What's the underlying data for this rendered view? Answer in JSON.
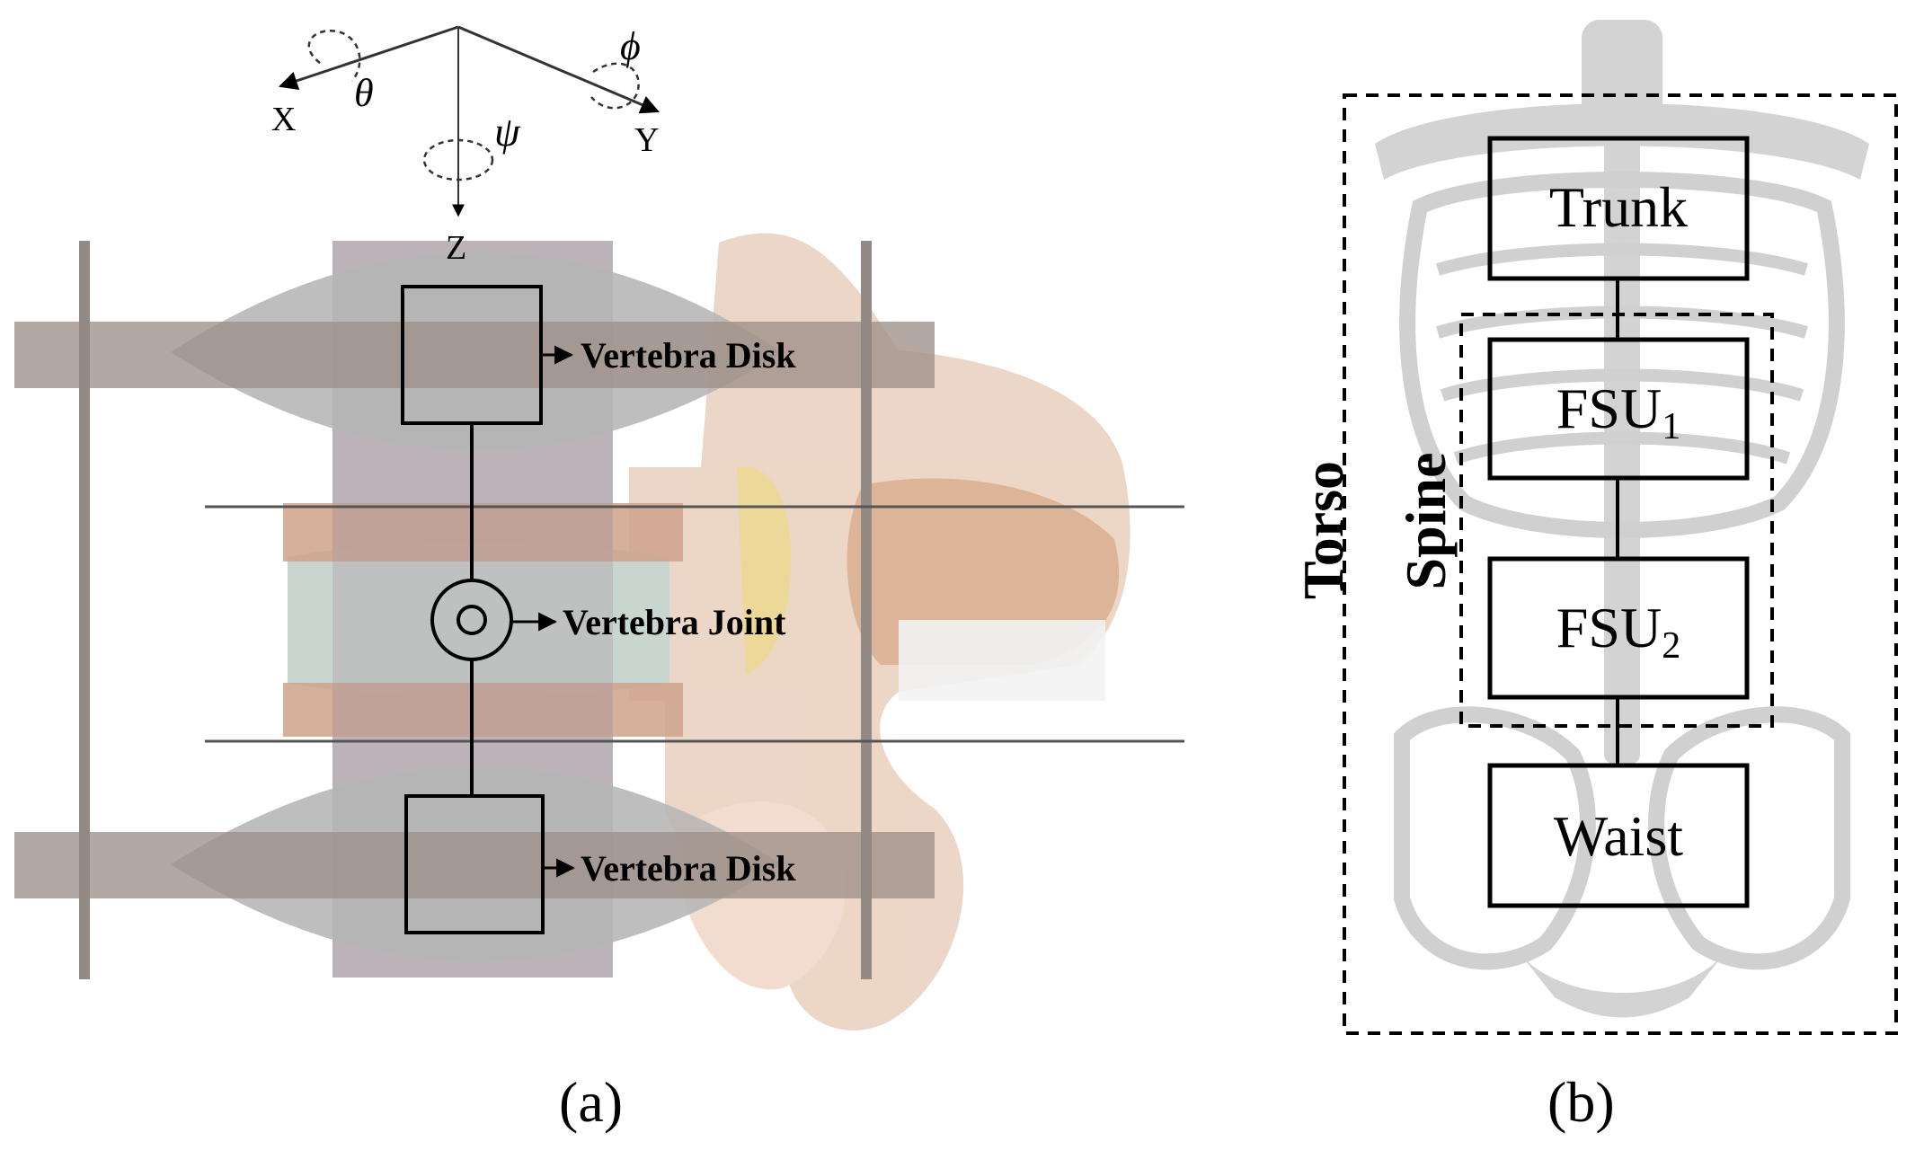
{
  "panel_a": {
    "axes": {
      "x": "X",
      "y": "Y",
      "z": "Z",
      "theta": "θ",
      "phi": "ϕ",
      "psi": "ψ"
    },
    "labels": {
      "top_disk": "Vertebra Disk",
      "joint": "Vertebra Joint",
      "bottom_disk": "Vertebra Disk"
    },
    "caption": "(a)"
  },
  "panel_b": {
    "torso_label": "Torso",
    "spine_label": "Spine",
    "boxes": {
      "trunk": "Trunk",
      "fsu1_base": "FSU",
      "fsu1_sub": "1",
      "fsu2_base": "FSU",
      "fsu2_sub": "2",
      "waist": "Waist"
    },
    "caption": "(b)"
  },
  "colors": {
    "line": "#000000",
    "rod": "#9c8e88",
    "lens": "#b9b9b9",
    "anatomy": "#e2c2ad",
    "skeleton": "#bdbdbd"
  }
}
